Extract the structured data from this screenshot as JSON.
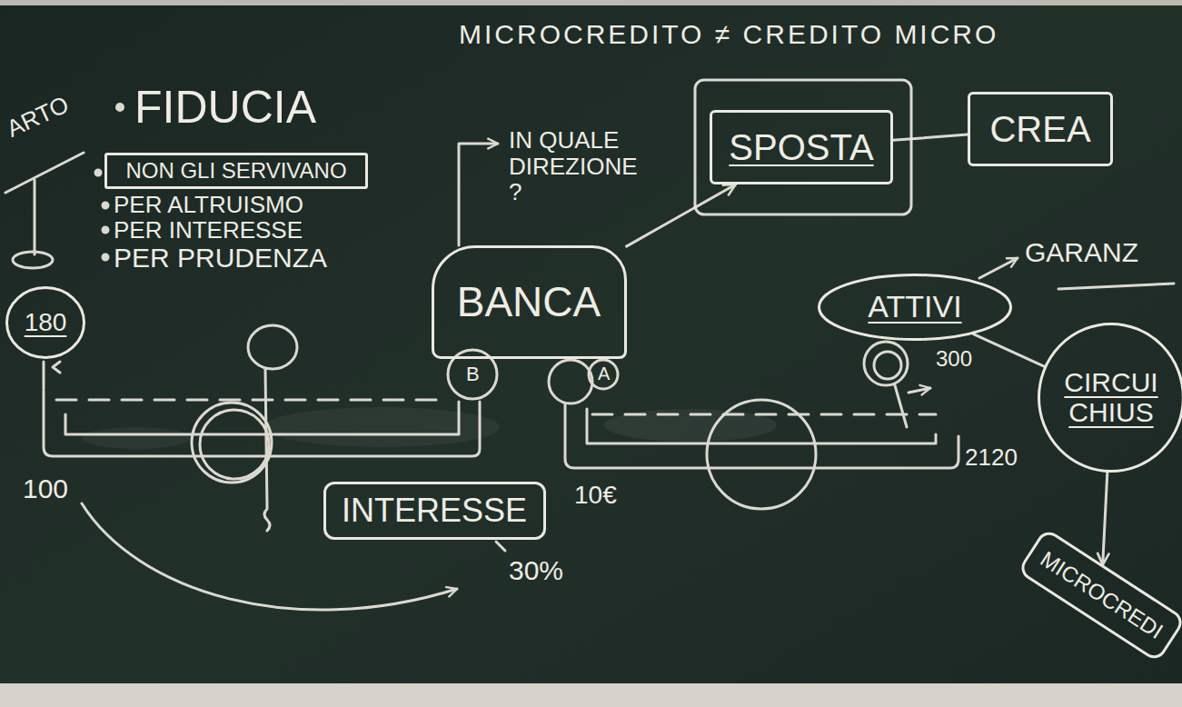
{
  "diagram": {
    "nodes": [
      {
        "text": [
          "NON GLI SERVIVANO"
        ]
      },
      {
        "text": [
          "180"
        ]
      },
      {
        "text": [
          "BANCA"
        ]
      },
      {
        "text": [
          "SPOSTA"
        ]
      },
      {
        "text": [
          "CREA"
        ]
      },
      {
        "text": [
          "ATTIVI"
        ]
      },
      {
        "text": [
          "INTERESSE"
        ]
      },
      {
        "text": [
          "CIRCUI CHIUS"
        ]
      },
      {
        "text": [
          "MICROCREDI"
        ]
      }
    ],
    "edges": [
      {
        "from": 2,
        "to": 3,
        "arrow": "to"
      },
      {
        "from": 3,
        "to": 4,
        "arrow": "none"
      },
      {
        "from": 5,
        "to": 7,
        "arrow": "none"
      },
      {
        "from": 7,
        "to": 8,
        "arrow": "to"
      }
    ],
    "labels": [
      "MICROCREDITO ≠ CREDITO MICRO",
      "ARTO",
      "FIDUCIA",
      "PER ALTRUISMO",
      "PER INTERESSE",
      "PER PRUDENZA",
      "IN QUALE DIREZIONE ?",
      "GARANZ",
      "300",
      "2120",
      "100",
      "10€",
      "30%",
      "B",
      "A"
    ]
  }
}
